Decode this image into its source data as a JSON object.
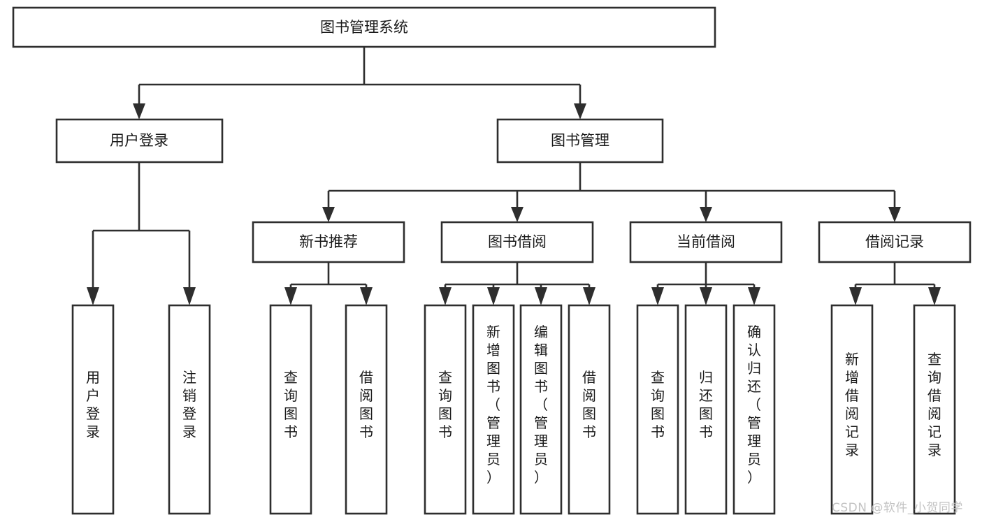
{
  "diagram": {
    "type": "tree-hierarchy-chart",
    "title": "图书管理系统",
    "background_color": "#ffffff",
    "line_color": "#2e2e2e",
    "text_color": "#1a1a1a",
    "root": {
      "id": "root",
      "label": "图书管理系统",
      "orientation": "horizontal"
    },
    "level2": [
      {
        "id": "user-login",
        "label": "用户登录",
        "orientation": "horizontal"
      },
      {
        "id": "book-management",
        "label": "图书管理",
        "orientation": "horizontal"
      }
    ],
    "level3": [
      {
        "id": "new-book-recommend",
        "label": "新书推荐",
        "orientation": "horizontal",
        "parent": "book-management"
      },
      {
        "id": "book-borrow",
        "label": "图书借阅",
        "orientation": "horizontal",
        "parent": "book-management"
      },
      {
        "id": "current-borrow",
        "label": "当前借阅",
        "orientation": "horizontal",
        "parent": "book-management"
      },
      {
        "id": "borrow-record",
        "label": "借阅记录",
        "orientation": "horizontal",
        "parent": "book-management"
      }
    ],
    "leaves": [
      {
        "id": "leaf-user-login",
        "label": "用户登录",
        "parent": "user-login",
        "orientation": "vertical"
      },
      {
        "id": "leaf-logout-login",
        "label": "注销登录",
        "parent": "user-login",
        "orientation": "vertical"
      },
      {
        "id": "leaf-query-book-1",
        "label": "查询图书",
        "parent": "new-book-recommend",
        "orientation": "vertical"
      },
      {
        "id": "leaf-borrow-book-1",
        "label": "借阅图书",
        "parent": "new-book-recommend",
        "orientation": "vertical"
      },
      {
        "id": "leaf-query-book-2",
        "label": "查询图书",
        "parent": "book-borrow",
        "orientation": "vertical"
      },
      {
        "id": "leaf-add-book",
        "label": "新增图书（管理员）",
        "parent": "book-borrow",
        "orientation": "vertical"
      },
      {
        "id": "leaf-edit-book",
        "label": "编辑图书（管理员）",
        "parent": "book-borrow",
        "orientation": "vertical"
      },
      {
        "id": "leaf-borrow-book-2",
        "label": "借阅图书",
        "parent": "book-borrow",
        "orientation": "vertical"
      },
      {
        "id": "leaf-query-book-3",
        "label": "查询图书",
        "parent": "current-borrow",
        "orientation": "vertical"
      },
      {
        "id": "leaf-return-book",
        "label": "归还图书",
        "parent": "current-borrow",
        "orientation": "vertical"
      },
      {
        "id": "leaf-confirm-return",
        "label": "确认归还（管理员）",
        "parent": "current-borrow",
        "orientation": "vertical"
      },
      {
        "id": "leaf-add-borrow-record",
        "label": "新增借阅记录",
        "parent": "borrow-record",
        "orientation": "vertical"
      },
      {
        "id": "leaf-query-borrow-record",
        "label": "查询借阅记录",
        "parent": "borrow-record",
        "orientation": "vertical"
      }
    ]
  },
  "watermark": {
    "label": "CSDN @软件_小贺同学",
    "color": "#c3c3c3"
  }
}
